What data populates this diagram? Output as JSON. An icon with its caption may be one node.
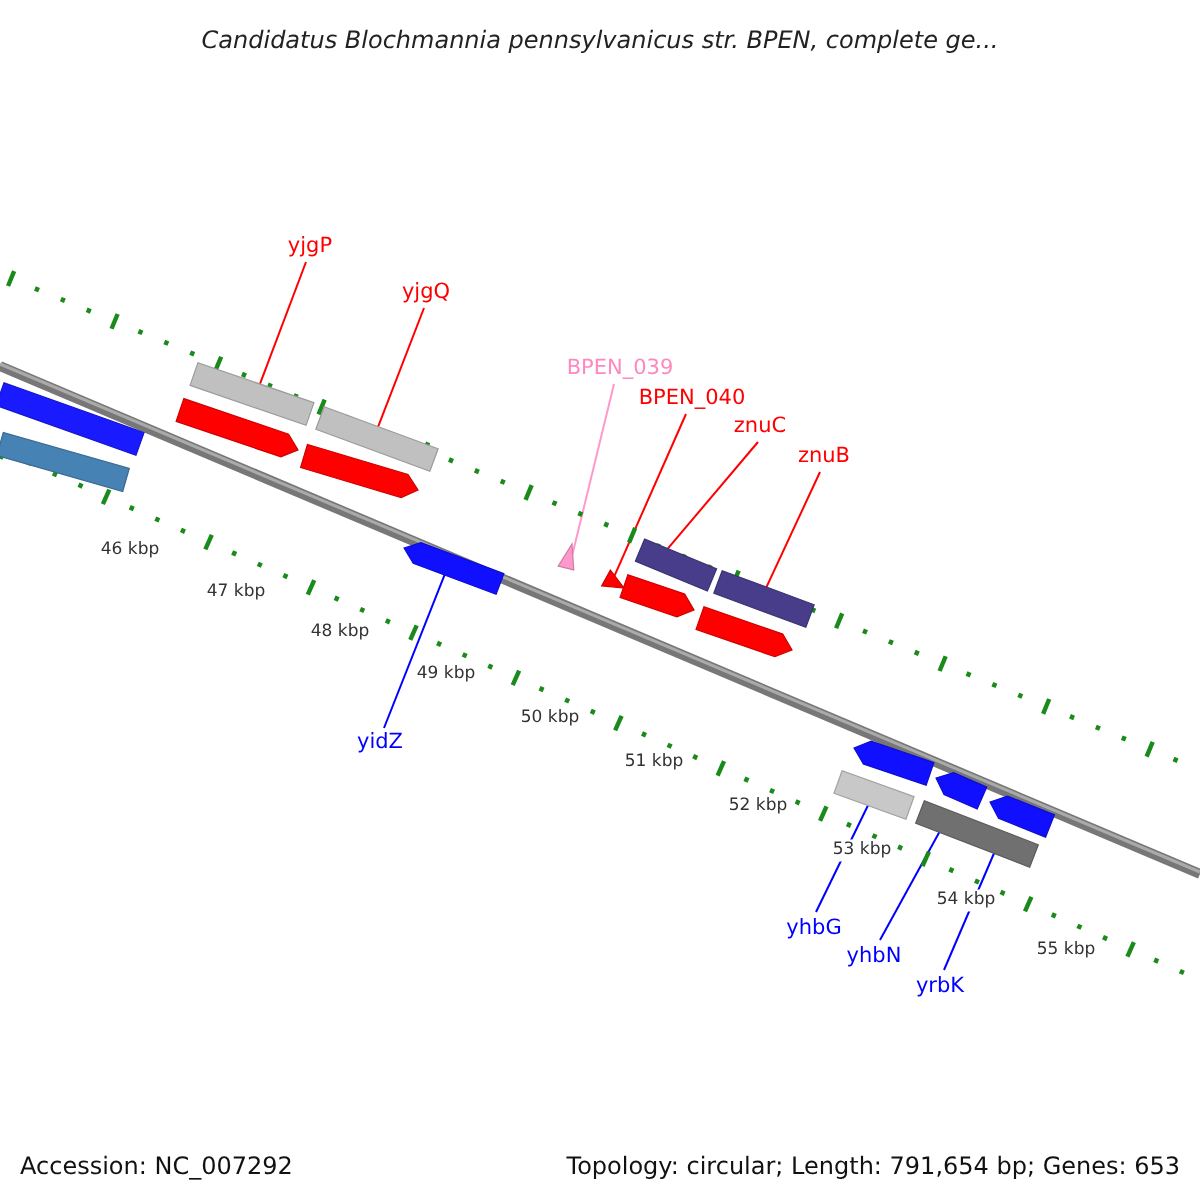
{
  "diagram": {
    "title": "Candidatus Blochmannia pennsylvanicus str. BPEN, complete ge...",
    "nodes": [
      {
        "text": [
          "yjgP"
        ]
      },
      {
        "text": [
          "yjgQ"
        ]
      },
      {
        "text": [
          "BPEN_039"
        ]
      },
      {
        "text": [
          "BPEN_040"
        ]
      },
      {
        "text": [
          "znuC"
        ]
      },
      {
        "text": [
          "znuB"
        ]
      },
      {
        "text": [
          "yidZ"
        ]
      },
      {
        "text": [
          "yhbG"
        ]
      },
      {
        "text": [
          "yhbN"
        ]
      },
      {
        "text": [
          "yrbK"
        ]
      },
      {
        "text": [],
        "shape": "bar"
      },
      {
        "text": [],
        "shape": "bar"
      },
      {
        "text": [],
        "shape": "bar"
      },
      {
        "text": [],
        "shape": "bar"
      },
      {
        "text": [],
        "shape": "bar"
      },
      {
        "text": [],
        "shape": "bar"
      },
      {
        "text": [],
        "shape": "bar"
      },
      {
        "text": [],
        "shape": "bar"
      },
      {
        "text": [],
        "shape": "bar"
      },
      {
        "text": [],
        "shape": "bar"
      },
      {
        "text": [],
        "shape": "bar"
      },
      {
        "text": [],
        "shape": "bar"
      },
      {
        "text": [],
        "shape": "bar"
      },
      {
        "text": [],
        "shape": "bar"
      },
      {
        "text": [],
        "shape": "bar"
      },
      {
        "text": [],
        "shape": "bar"
      },
      {
        "text": [],
        "shape": "bar"
      },
      {
        "text": [],
        "shape": "bar"
      }
    ],
    "edges": [
      {
        "from": 0,
        "to": 13,
        "arrow": "none"
      },
      {
        "from": 1,
        "to": 15,
        "arrow": "none"
      },
      {
        "from": 2,
        "to": 17,
        "arrow": "none",
        "color": "#ff99cc"
      },
      {
        "from": 3,
        "to": 18,
        "arrow": "none"
      },
      {
        "from": 4,
        "to": 19,
        "arrow": "none"
      },
      {
        "from": 5,
        "to": 21,
        "arrow": "none"
      },
      {
        "from": 6,
        "to": 16,
        "arrow": "none",
        "color": "#0000ff"
      },
      {
        "from": 7,
        "to": 23,
        "arrow": "none",
        "color": "#0000ff"
      },
      {
        "from": 8,
        "to": 25,
        "arrow": "none",
        "color": "#0000ff"
      },
      {
        "from": 9,
        "to": 25,
        "arrow": "none",
        "color": "#0000ff"
      }
    ],
    "labels": [
      "46 kbp",
      "47 kbp",
      "48 kbp",
      "49 kbp",
      "50 kbp",
      "51 kbp",
      "52 kbp",
      "53 kbp",
      "54 kbp",
      "55 kbp",
      "Accession: NC_007292",
      "Topology: circular; Length: 791,654 bp; Genes: 653"
    ]
  }
}
